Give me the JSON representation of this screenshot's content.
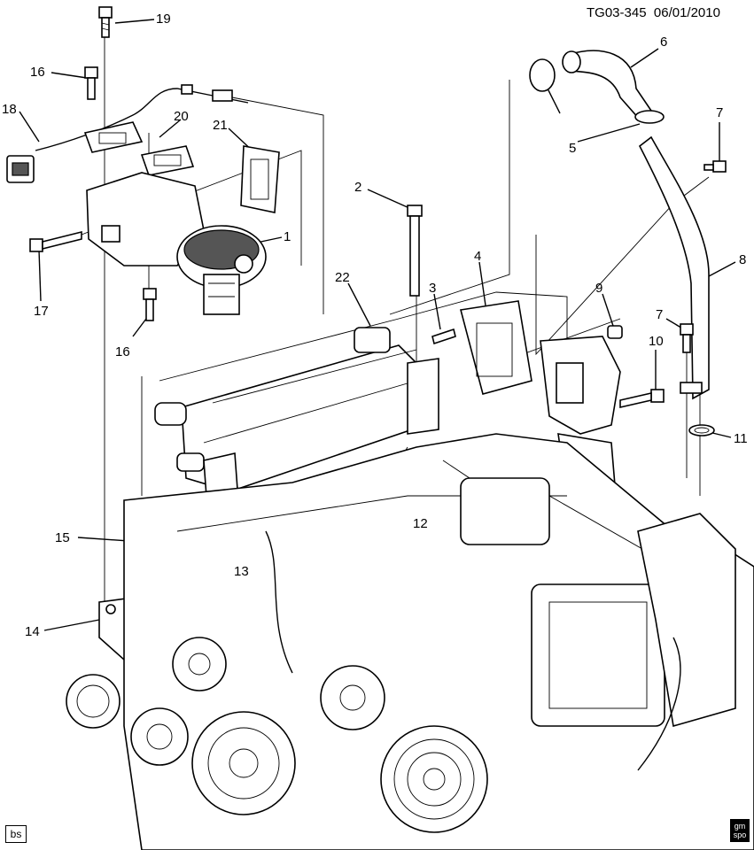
{
  "header": {
    "ref_code": "TG03-345",
    "date": "06/01/2010"
  },
  "footer": {
    "badge": "bs",
    "logo_line1": "gm",
    "logo_line2": "spo"
  },
  "callouts": {
    "c1": "1",
    "c2": "2",
    "c3": "3",
    "c4": "4",
    "c5": "5",
    "c6": "6",
    "c7a": "7",
    "c7b": "7",
    "c8": "8",
    "c9": "9",
    "c10": "10",
    "c11": "11",
    "c12": "12",
    "c13": "13",
    "c14": "14",
    "c15": "15",
    "c16a": "16",
    "c16b": "16",
    "c17": "17",
    "c18": "18",
    "c19": "19",
    "c20": "20",
    "c21": "21",
    "c22": "22"
  }
}
